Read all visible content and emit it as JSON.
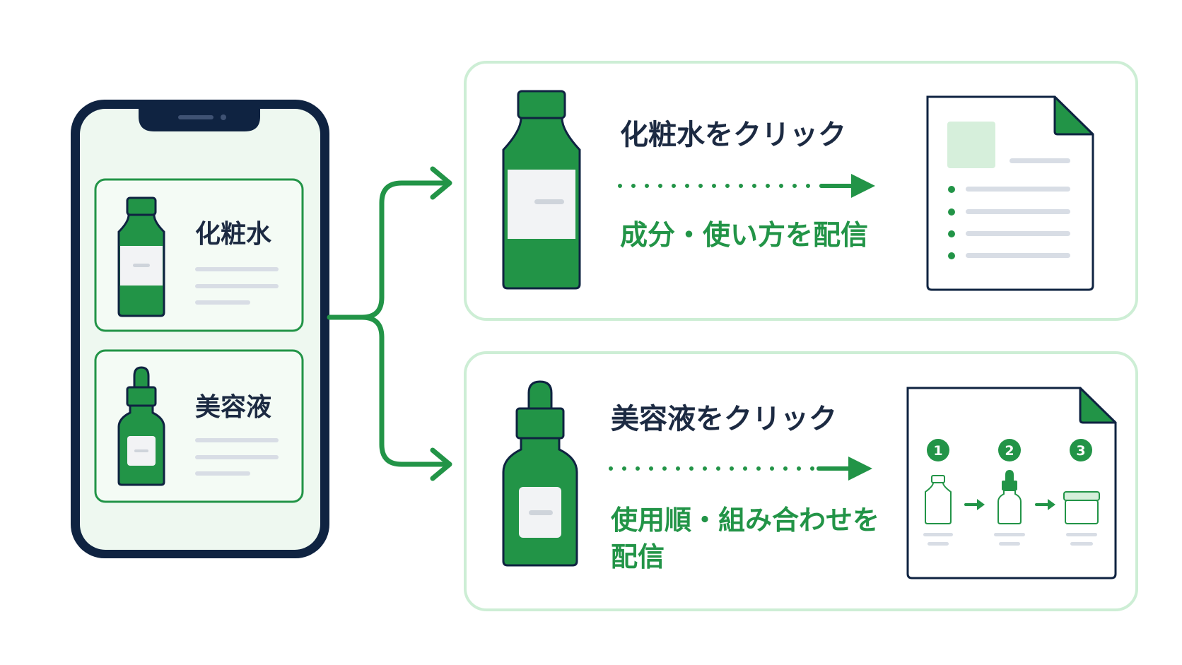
{
  "colors": {
    "navy": "#0f2341",
    "green": "#229447",
    "green_text": "#229447",
    "pale_green": "#eef8f0",
    "panel_border": "#cdeed5",
    "gray_line": "#d8dde5",
    "label_light": "#f2f3f5"
  },
  "phone": {
    "items": [
      {
        "label": "化粧水",
        "icon": "toner-bottle-icon"
      },
      {
        "label": "美容液",
        "icon": "serum-dropper-icon"
      }
    ]
  },
  "panels": [
    {
      "action": "化粧水をクリック",
      "result": "成分・使い方を配信",
      "icon": "toner-bottle-icon",
      "doc_icon": "ingredients-document-icon"
    },
    {
      "action": "美容液をクリック",
      "result": "使用順・組み合わせを配信",
      "icon": "serum-dropper-icon",
      "doc_icon": "usage-steps-document-icon",
      "steps": [
        "1",
        "2",
        "3"
      ]
    }
  ]
}
